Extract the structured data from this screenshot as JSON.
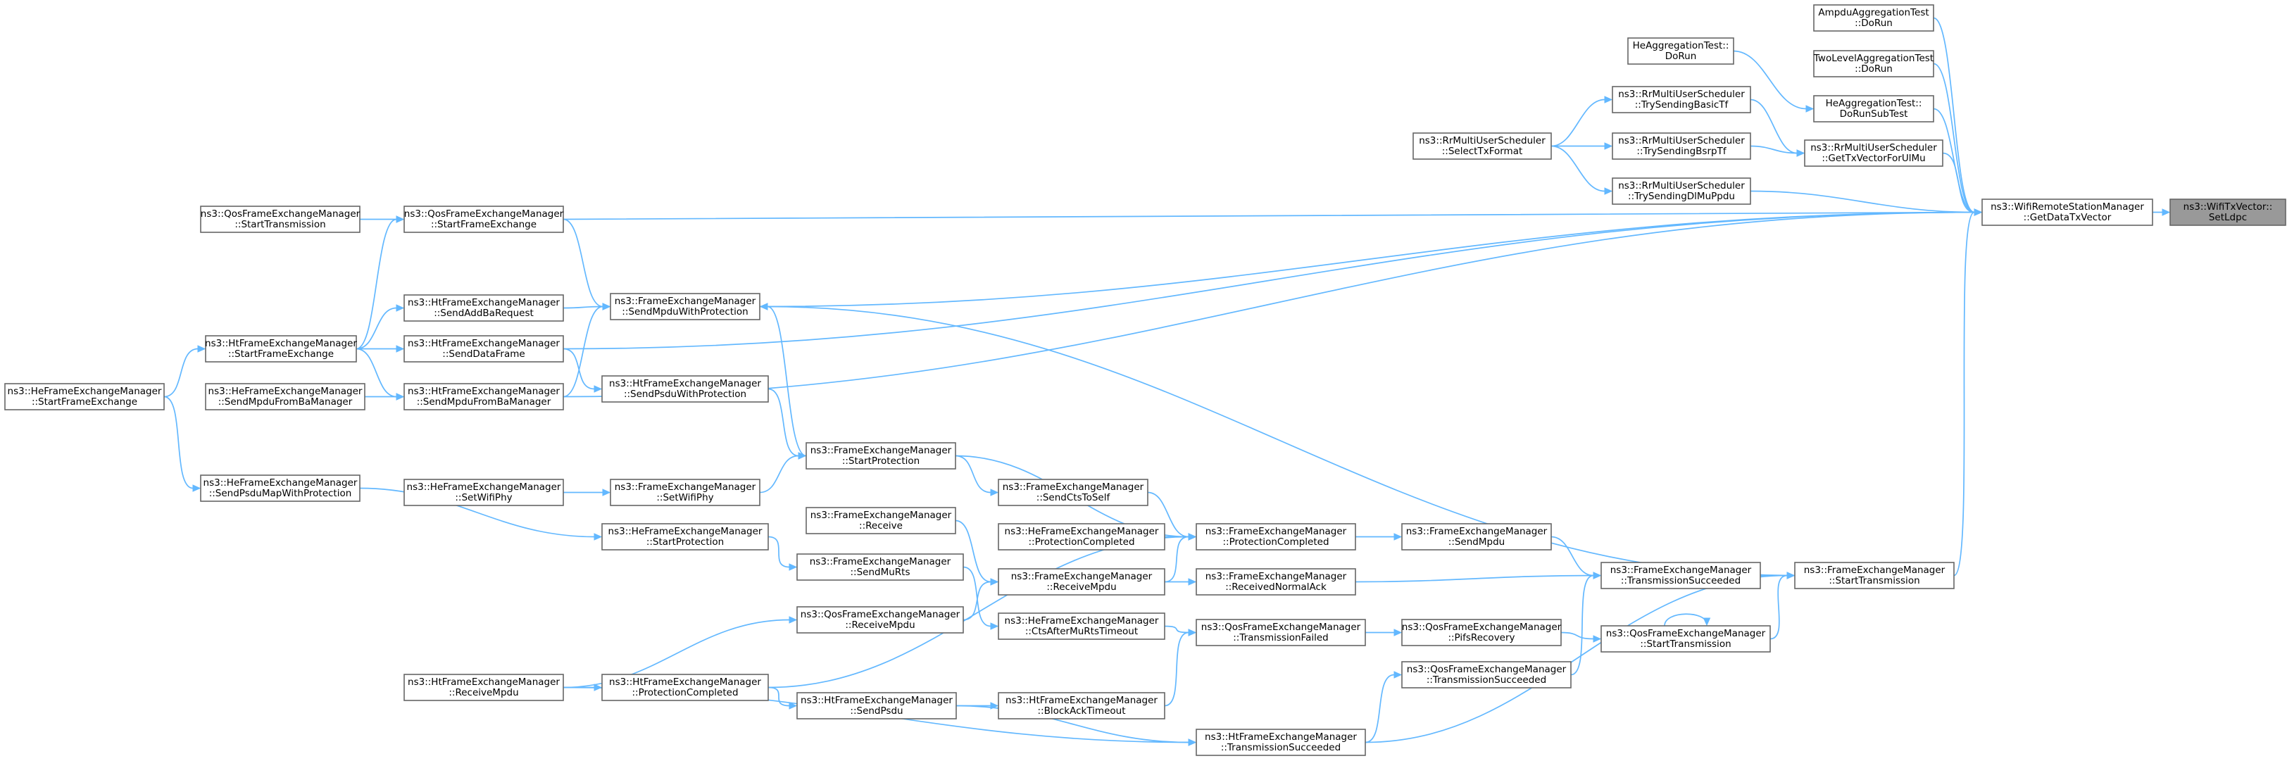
{
  "diagram": {
    "type": "call-graph",
    "direction": "right-to-left",
    "focus_node": "setldpc",
    "colors": {
      "edge": "#63b8ff",
      "node_border": "#666666",
      "focus_fill": "#999999",
      "node_fill": "#ffffff"
    },
    "nodes": [
      {
        "id": "setldpc",
        "lines": [
          "ns3::WifiTxVector::",
          "SetLdpc"
        ]
      },
      {
        "id": "getdatatxvector",
        "lines": [
          "ns3::WifiRemoteStationManager",
          "::GetDataTxVector"
        ]
      },
      {
        "id": "ampdu",
        "lines": [
          "AmpduAggregationTest",
          "::DoRun"
        ]
      },
      {
        "id": "twolevel",
        "lines": [
          "TwoLevelAggregationTest",
          "::DoRun"
        ]
      },
      {
        "id": "hedorunsub",
        "lines": [
          "HeAggregationTest::",
          "DoRunSubTest"
        ]
      },
      {
        "id": "hedorun",
        "lines": [
          "HeAggregationTest::",
          "DoRun"
        ]
      },
      {
        "id": "gettxvectorforulmu",
        "lines": [
          "ns3::RrMultiUserScheduler",
          "::GetTxVectorForUlMu"
        ]
      },
      {
        "id": "trysendingbasictf",
        "lines": [
          "ns3::RrMultiUserScheduler",
          "::TrySendingBasicTf"
        ]
      },
      {
        "id": "trysendingbsrptf",
        "lines": [
          "ns3::RrMultiUserScheduler",
          "::TrySendingBsrpTf"
        ]
      },
      {
        "id": "trysendingdlmuppdu",
        "lines": [
          "ns3::RrMultiUserScheduler",
          "::TrySendingDlMuPpdu"
        ]
      },
      {
        "id": "selecttxformat",
        "lines": [
          "ns3::RrMultiUserScheduler",
          "::SelectTxFormat"
        ]
      },
      {
        "id": "qosstartfe",
        "lines": [
          "ns3::QosFrameExchangeManager",
          "::StartFrameExchange"
        ]
      },
      {
        "id": "qosstarttx_left",
        "lines": [
          "ns3::QosFrameExchangeManager",
          "::StartTransmission"
        ]
      },
      {
        "id": "htsendaddba",
        "lines": [
          "ns3::HtFrameExchangeManager",
          "::SendAddBaRequest"
        ]
      },
      {
        "id": "fesendmpduwp",
        "lines": [
          "ns3::FrameExchangeManager",
          "::SendMpduWithProtection"
        ]
      },
      {
        "id": "htstartfe",
        "lines": [
          "ns3::HtFrameExchangeManager",
          "::StartFrameExchange"
        ]
      },
      {
        "id": "htsenddataframe",
        "lines": [
          "ns3::HtFrameExchangeManager",
          "::SendDataFrame"
        ]
      },
      {
        "id": "hesendmpdufromba",
        "lines": [
          "ns3::HeFrameExchangeManager",
          "::SendMpduFromBaManager"
        ]
      },
      {
        "id": "htsendmpdufromba",
        "lines": [
          "ns3::HtFrameExchangeManager",
          "::SendMpduFromBaManager"
        ]
      },
      {
        "id": "htsendpsduwp",
        "lines": [
          "ns3::HtFrameExchangeManager",
          "::SendPsduWithProtection"
        ]
      },
      {
        "id": "hestartfe",
        "lines": [
          "ns3::HeFrameExchangeManager",
          "::StartFrameExchange"
        ]
      },
      {
        "id": "hesendpsdumap",
        "lines": [
          "ns3::HeFrameExchangeManager",
          "::SendPsduMapWithProtection"
        ]
      },
      {
        "id": "festartprotection",
        "lines": [
          "ns3::FrameExchangeManager",
          "::StartProtection"
        ]
      },
      {
        "id": "hesetwifiphy",
        "lines": [
          "ns3::HeFrameExchangeManager",
          "::SetWifiPhy"
        ]
      },
      {
        "id": "fesetwifiphy",
        "lines": [
          "ns3::FrameExchangeManager",
          "::SetWifiPhy"
        ]
      },
      {
        "id": "hestartprotection",
        "lines": [
          "ns3::HeFrameExchangeManager",
          "::StartProtection"
        ]
      },
      {
        "id": "fesendctstoself",
        "lines": [
          "ns3::FrameExchangeManager",
          "::SendCtsToSelf"
        ]
      },
      {
        "id": "fereceive",
        "lines": [
          "ns3::FrameExchangeManager",
          "::Receive"
        ]
      },
      {
        "id": "heprotectioncompleted",
        "lines": [
          "ns3::HeFrameExchangeManager",
          "::ProtectionCompleted"
        ]
      },
      {
        "id": "feprotectioncompleted",
        "lines": [
          "ns3::FrameExchangeManager",
          "::ProtectionCompleted"
        ]
      },
      {
        "id": "fesendmpdu",
        "lines": [
          "ns3::FrameExchangeManager",
          "::SendMpdu"
        ]
      },
      {
        "id": "fesendmurts",
        "lines": [
          "ns3::FrameExchangeManager",
          "::SendMuRts"
        ]
      },
      {
        "id": "fereceivempdu",
        "lines": [
          "ns3::FrameExchangeManager",
          "::ReceiveMpdu"
        ]
      },
      {
        "id": "fereceivednormalack",
        "lines": [
          "ns3::FrameExchangeManager",
          "::ReceivedNormalAck"
        ]
      },
      {
        "id": "fetxsucceeded",
        "lines": [
          "ns3::FrameExchangeManager",
          "::TransmissionSucceeded"
        ]
      },
      {
        "id": "festarttx",
        "lines": [
          "ns3::FrameExchangeManager",
          "::StartTransmission"
        ]
      },
      {
        "id": "qosreceivempdu",
        "lines": [
          "ns3::QosFrameExchangeManager",
          "::ReceiveMpdu"
        ]
      },
      {
        "id": "hectsaftermurts",
        "lines": [
          "ns3::HeFrameExchangeManager",
          "::CtsAfterMuRtsTimeout"
        ]
      },
      {
        "id": "qostxfailed",
        "lines": [
          "ns3::QosFrameExchangeManager",
          "::TransmissionFailed"
        ]
      },
      {
        "id": "qospifsrecovery",
        "lines": [
          "ns3::QosFrameExchangeManager",
          "::PifsRecovery"
        ]
      },
      {
        "id": "qosstarttx",
        "lines": [
          "ns3::QosFrameExchangeManager",
          "::StartTransmission"
        ]
      },
      {
        "id": "htreceivempdu",
        "lines": [
          "ns3::HtFrameExchangeManager",
          "::ReceiveMpdu"
        ]
      },
      {
        "id": "htprotectioncompleted",
        "lines": [
          "ns3::HtFrameExchangeManager",
          "::ProtectionCompleted"
        ]
      },
      {
        "id": "qostxsucceeded",
        "lines": [
          "ns3::QosFrameExchangeManager",
          "::TransmissionSucceeded"
        ]
      },
      {
        "id": "htsendpsdu",
        "lines": [
          "ns3::HtFrameExchangeManager",
          "::SendPsdu"
        ]
      },
      {
        "id": "htblockacktimeout",
        "lines": [
          "ns3::HtFrameExchangeManager",
          "::BlockAckTimeout"
        ]
      },
      {
        "id": "httxsucceeded",
        "lines": [
          "ns3::HtFrameExchangeManager",
          "::TransmissionSucceeded"
        ]
      }
    ],
    "edges": [
      [
        "getdatatxvector",
        "setldpc"
      ],
      [
        "ampdu",
        "getdatatxvector"
      ],
      [
        "twolevel",
        "getdatatxvector"
      ],
      [
        "hedorunsub",
        "getdatatxvector"
      ],
      [
        "gettxvectorforulmu",
        "getdatatxvector"
      ],
      [
        "trysendingdlmuppdu",
        "getdatatxvector"
      ],
      [
        "qosstartfe",
        "getdatatxvector"
      ],
      [
        "fesendmpduwp",
        "getdatatxvector"
      ],
      [
        "htsenddataframe",
        "getdatatxvector"
      ],
      [
        "htsendmpdufromba",
        "getdatatxvector"
      ],
      [
        "festarttx",
        "getdatatxvector"
      ],
      [
        "hedorun",
        "hedorunsub"
      ],
      [
        "trysendingbasictf",
        "gettxvectorforulmu"
      ],
      [
        "trysendingbsrptf",
        "gettxvectorforulmu"
      ],
      [
        "selecttxformat",
        "trysendingbasictf"
      ],
      [
        "selecttxformat",
        "trysendingbsrptf"
      ],
      [
        "selecttxformat",
        "trysendingdlmuppdu"
      ],
      [
        "qosstarttx_left",
        "qosstartfe"
      ],
      [
        "htstartfe",
        "qosstartfe"
      ],
      [
        "qosstartfe",
        "fesendmpduwp"
      ],
      [
        "htsendaddba",
        "fesendmpduwp"
      ],
      [
        "htstartfe",
        "htsendaddba"
      ],
      [
        "htstartfe",
        "htsenddataframe"
      ],
      [
        "htstartfe",
        "htsendmpdufromba"
      ],
      [
        "hesendmpdufromba",
        "htsendmpdufromba"
      ],
      [
        "hestartfe",
        "htstartfe"
      ],
      [
        "htsenddataframe",
        "htsendpsduwp"
      ],
      [
        "htsendmpdufromba",
        "fesendmpduwp"
      ],
      [
        "festartprotection",
        "fesendmpduwp"
      ],
      [
        "htsendpsduwp",
        "festartprotection"
      ],
      [
        "hestartfe",
        "hesendpsdumap"
      ],
      [
        "hesendpsdumap",
        "hestartprotection"
      ],
      [
        "hesetwifiphy",
        "fesetwifiphy"
      ],
      [
        "fesetwifiphy",
        "festartprotection"
      ],
      [
        "festartprotection",
        "fesendctstoself"
      ],
      [
        "fesendctstoself",
        "feprotectioncompleted"
      ],
      [
        "festartprotection",
        "feprotectioncompleted"
      ],
      [
        "fereceive",
        "fereceivempdu"
      ],
      [
        "hestartprotection",
        "fesendmurts"
      ],
      [
        "fesendmurts",
        "hectsaftermurts"
      ],
      [
        "heprotectioncompleted",
        "feprotectioncompleted"
      ],
      [
        "fereceivempdu",
        "feprotectioncompleted"
      ],
      [
        "feprotectioncompleted",
        "fesendmpdu"
      ],
      [
        "fesendmpdu",
        "fetxsucceeded"
      ],
      [
        "fereceivempdu",
        "fereceivednormalack"
      ],
      [
        "fereceivednormalack",
        "fetxsucceeded"
      ],
      [
        "fetxsucceeded",
        "festarttx"
      ],
      [
        "festarttx",
        "fesendmpduwp"
      ],
      [
        "qosreceivempdu",
        "fereceivempdu"
      ],
      [
        "htreceivempdu",
        "qosreceivempdu"
      ],
      [
        "hectsaftermurts",
        "qostxfailed"
      ],
      [
        "qostxfailed",
        "qospifsrecovery"
      ],
      [
        "qospifsrecovery",
        "qosstarttx"
      ],
      [
        "qosstarttx",
        "qosstarttx"
      ],
      [
        "qosstarttx",
        "festarttx"
      ],
      [
        "qostxsucceeded",
        "fetxsucceeded"
      ],
      [
        "htreceivempdu",
        "htprotectioncompleted"
      ],
      [
        "htprotectioncompleted",
        "feprotectioncompleted"
      ],
      [
        "htprotectioncompleted",
        "htsendpsdu"
      ],
      [
        "htsendpsdu",
        "htblockacktimeout"
      ],
      [
        "htblockacktimeout",
        "qostxfailed"
      ],
      [
        "htsendpsdu",
        "httxsucceeded"
      ],
      [
        "htreceivempdu",
        "httxsucceeded"
      ],
      [
        "httxsucceeded",
        "qostxsucceeded"
      ],
      [
        "httxsucceeded",
        "festarttx"
      ]
    ]
  }
}
